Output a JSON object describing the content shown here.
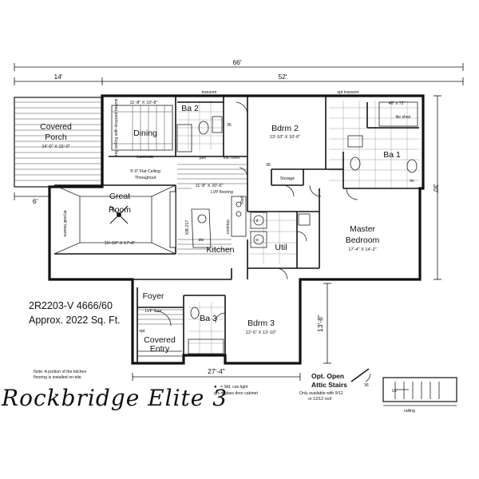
{
  "plan": {
    "model_number": "2R2203-V 4666/60",
    "square_feet": "Approx. 2022 Sq. Ft.",
    "brand_title": "Rockbridge Elite 3",
    "note_kitchen": [
      "Note: A portion of the kitchen",
      "flooring is installed on-site."
    ],
    "legend": [
      "= Std. can light",
      "g/s = glass door cabinet"
    ],
    "attic": {
      "title_1": "Opt. Open",
      "title_2": "Attic Stairs",
      "note_1": "Only available with 9/12",
      "note_2": "or 12/12 roof",
      "dim": "36",
      "up": "UP",
      "railing": "railing"
    }
  },
  "dimensions": {
    "overall": "66'",
    "porch_width": "14'",
    "main_width": "52'",
    "depth": "30'",
    "offset": "6'",
    "lower_depth": "13'-8\"",
    "lower_width": "27'-4\""
  },
  "labels": {
    "transom": "transom",
    "opt_transom": "opt transom",
    "ceiling_note": "9'-0\" Flat Ceiling",
    "ceiling_note_2": "Throughout",
    "laminate": "Laminate",
    "drywall_beams": "drywall beams",
    "tray_ceiling": "tray ceiling with dropped beams",
    "lvp_flooring": "LVP flooring",
    "lvp_floor": "LVP floor",
    "kitchen_size": "11'-8\" X 20'-6\"",
    "pan": "pan",
    "mic_oven": "mic oven",
    "storage": "Storage",
    "tile_shwr": "tile shwr",
    "shower_size": "48\" x 72\"",
    "lin": "lin",
    "cooktop": "cooktop",
    "w": "w",
    "d": "d",
    "dw": "dw",
    "xib": "XIB-217",
    "util": "Util",
    "refr": "Refr",
    "opt": "opt",
    "door36_a": "36",
    "door36_b": "36"
  },
  "rooms": [
    {
      "name": "Covered",
      "name2": "Porch",
      "size": "14'-0\" X 15'-0\""
    },
    {
      "name": "Dining",
      "size": "11'-8\" X 10'-8\""
    },
    {
      "name": "Ba 2"
    },
    {
      "name": "Bdrm 2",
      "size": "13'-10\" X 10'-6\""
    },
    {
      "name": "Ba 1"
    },
    {
      "name": "Great",
      "name2": "Room",
      "size": "15'-10\" X 17'-8\""
    },
    {
      "name": "Kitchen"
    },
    {
      "name": "Master",
      "name2": "Bedroom",
      "size": "17'-4\" X 14'-2\""
    },
    {
      "name": "Foyer"
    },
    {
      "name": "Ba 3"
    },
    {
      "name": "Covered",
      "name2": "Entry"
    },
    {
      "name": "Bdrm 3",
      "size": "12'-5\" X 12'-10\""
    }
  ]
}
